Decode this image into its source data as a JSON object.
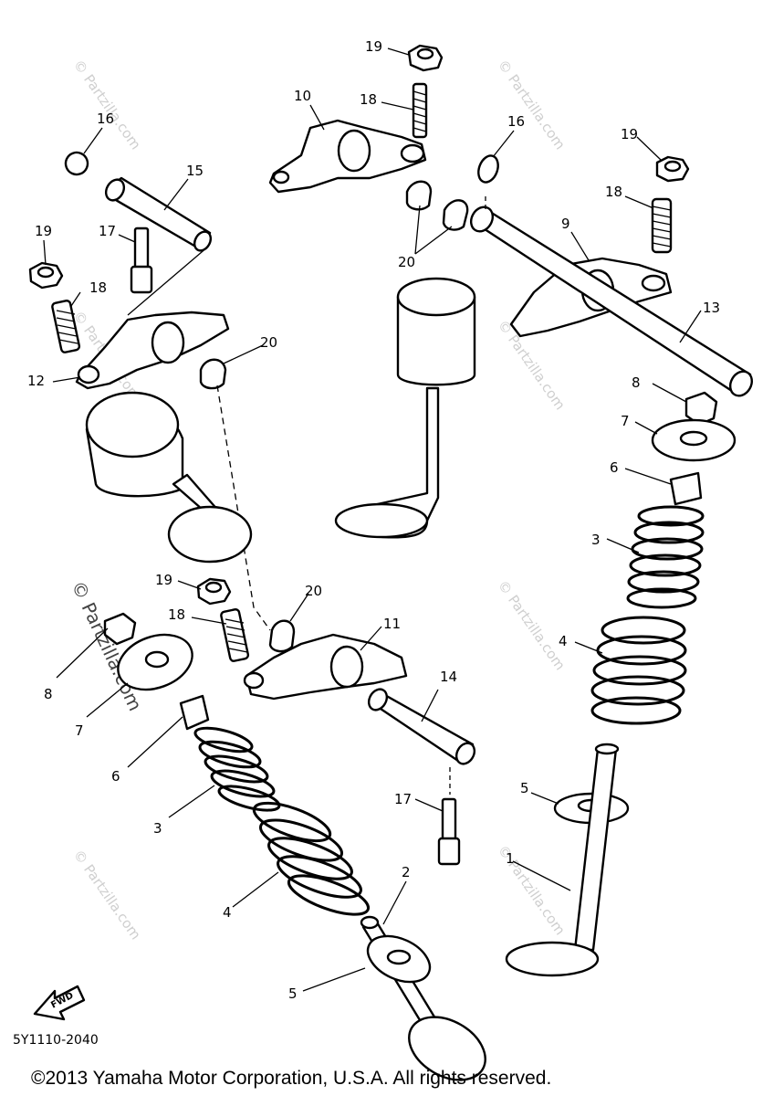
{
  "diagram": {
    "part_labels": {
      "p19a": "19",
      "p18a": "18",
      "p10": "10",
      "p16a": "16",
      "p16b": "16",
      "p19b": "19",
      "p15": "15",
      "p18b": "18",
      "p17a": "17",
      "p19c": "19",
      "p20a": "20",
      "p9": "9",
      "p18c": "18",
      "p13": "13",
      "p12": "12",
      "p20b": "20",
      "p8a": "8",
      "p7a": "7",
      "p6a": "6",
      "p3a": "3",
      "p4a": "4",
      "p19d": "19",
      "p20c": "20",
      "p18d": "18",
      "p11": "11",
      "p8b": "8",
      "p7b": "7",
      "p6b": "6",
      "p14": "14",
      "p5a": "5",
      "p3b": "3",
      "p17b": "17",
      "p1": "1",
      "p2": "2",
      "p4b": "4",
      "p5b": "5"
    },
    "fwd_label": "FWD",
    "watermark": "© Partzilla.com",
    "diagram_code": "5Y1110-2040",
    "copyright": "©2013  Yamaha Motor Corporation, U.S.A. All rights reserved."
  }
}
